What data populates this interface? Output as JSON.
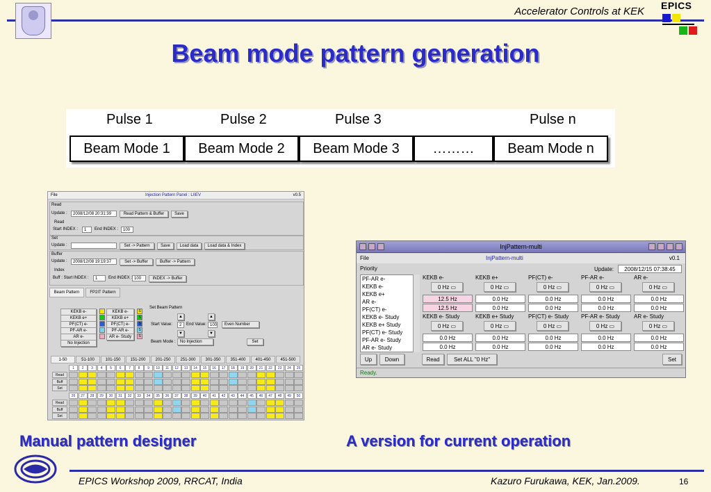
{
  "header": {
    "org": "Accelerator Controls at KEK",
    "epics_logo": "EPICS",
    "title": "Beam mode pattern generation"
  },
  "pulse_table": {
    "pulses": [
      "Pulse 1",
      "Pulse 2",
      "Pulse 3",
      "Pulse n"
    ],
    "modes": [
      "Beam Mode 1",
      "Beam Mode 2",
      "Beam Mode 3",
      "………",
      "Beam Mode n"
    ]
  },
  "manual_panel": {
    "menu": "File",
    "title": "Injection Pattern Panel : LIIEV",
    "version": "v0.5",
    "read_label": "Read",
    "update_label": "Update :",
    "read_update_value": "2008/12/08 20:31:39",
    "read_pattern_button": "Read Pattern & Buffer",
    "save_button": "Save",
    "read_sub_label": "Read",
    "start_index_label": "Start INDEX :",
    "start_index_value": "1",
    "end_index_label": "End INDEX :",
    "end_index_value": "100",
    "set_label": "Set",
    "set_update_value": "",
    "set_to_pattern_button": "Set -> Pattern",
    "set_save_button": "Save",
    "load_data_button": "Load data",
    "load_data_index_button": "Load data & Index",
    "buffer_label": "Buffer",
    "buffer_update_value": "2008/12/08 19:19:37",
    "set_to_buffer_button": "Set -> Buffer",
    "buffer_to_pattern_button": "Buffer -> Pattern",
    "index_label": "Index",
    "buff_start_label": "Buff : Start INDEX :",
    "buff_start_value": "1",
    "buff_end_label": "End INDEX :",
    "buff_end_value": "100",
    "index_to_buffer_button": "INDEX -> Buffer",
    "tabs": [
      "Beam Pattern",
      "FP2IT Pattern"
    ],
    "modes": [
      {
        "name": "KEKB e-",
        "study": "KEKB e- Study",
        "color": "#f2e500"
      },
      {
        "name": "KEKB e+",
        "study": "KEKB e+ Study",
        "color": "#18c818"
      },
      {
        "name": "PF(CT) e-",
        "study": "PF(CT) e- Study",
        "color": "#2a5cd8"
      },
      {
        "name": "PF-AR e-",
        "study": "PF-AR e- Study",
        "color": "#7fd2ec"
      },
      {
        "name": "AR e-",
        "study": "AR e- Study",
        "color": "#f2a8c0"
      }
    ],
    "study_flag": "S",
    "no_injection": "No Injection",
    "set_beam_pattern": "Set Beam Pattern",
    "start_value_label": "Start Value:",
    "start_value": "2",
    "end_value_label": "End Value:",
    "end_value": "100",
    "even_number": "Even Number",
    "beam_mode_label": "Beam Mode :",
    "beam_mode_value": "No Injection",
    "set_button": "Set",
    "range_tabs": [
      "1-50",
      "51-100",
      "101-150",
      "151-200",
      "201-250",
      "251-300",
      "301-350",
      "351-400",
      "401-450",
      "451-500"
    ],
    "row_labels_top": [
      "Read",
      "Buff",
      "Set"
    ],
    "row_labels_bottom": [
      "Read",
      "Buff",
      "Set"
    ],
    "numbers_top": [
      "1",
      "2",
      "3",
      "4",
      "5",
      "6",
      "7",
      "8",
      "9",
      "10",
      "11",
      "12",
      "13",
      "14",
      "15",
      "16",
      "17",
      "18",
      "19",
      "20",
      "21",
      "22",
      "23",
      "24",
      "25"
    ],
    "numbers_bottom": [
      "26",
      "27",
      "28",
      "29",
      "30",
      "31",
      "32",
      "33",
      "34",
      "35",
      "36",
      "37",
      "38",
      "39",
      "40",
      "41",
      "42",
      "43",
      "44",
      "45",
      "46",
      "47",
      "48",
      "49",
      "50"
    ]
  },
  "inj_window": {
    "title": "InjPattern-multi",
    "menu_file": "File",
    "subtitle": "InjPattern-multi",
    "version": "v0.1",
    "priority_label": "Priority",
    "priority_list": [
      "PF-AR e-",
      "KEKB e-",
      "KEKB e+",
      "AR e-",
      "PF(CT) e-",
      "KEKB e- Study",
      "KEKB e+ Study",
      "PF(CT) e- Study",
      "PF-AR e- Study",
      "AR e- Study"
    ],
    "update_label": "Update:",
    "update_value": "2008/12/15 07:38:45",
    "col_headers_top": [
      "KEKB e-",
      "KEKB e+",
      "PF(CT) e-",
      "PF-AR e-",
      "AR e-"
    ],
    "col_headers_bottom": [
      "KEKB e- Study",
      "KEKB e+ Study",
      "PF(CT) e- Study",
      "PF-AR e- Study",
      "AR e- Study"
    ],
    "dropdown_value": "0 Hz",
    "top_row1": [
      "12.5 Hz",
      "0.0 Hz",
      "0.0 Hz",
      "0.0 Hz",
      "0.0 Hz"
    ],
    "top_row2": [
      "12.5 Hz",
      "0.0 Hz",
      "0.0 Hz",
      "0.0 Hz",
      "0.0 Hz"
    ],
    "bot_row1": [
      "0.0 Hz",
      "0.0 Hz",
      "0.0 Hz",
      "0.0 Hz",
      "0.0 Hz"
    ],
    "bot_row2": [
      "0.0 Hz",
      "0.0 Hz",
      "0.0 Hz",
      "0.0 Hz",
      "0.0 Hz"
    ],
    "up_button": "Up",
    "down_button": "Down",
    "read_button": "Read",
    "set_all_button": "Set ALL \"0 Hz\"",
    "set_button": "Set",
    "status": "Ready."
  },
  "captions": {
    "left": "Manual pattern designer",
    "right": "A version for current operation"
  },
  "footer": {
    "left": "EPICS Workshop 2009, RRCAT, India",
    "right": "Kazuro Furukawa, KEK, Jan.2009.",
    "page": "16"
  },
  "colors": {
    "title_blue": "#2b2bc8",
    "rule_blue": "#2b2fa6",
    "background": "#fbf7df"
  }
}
